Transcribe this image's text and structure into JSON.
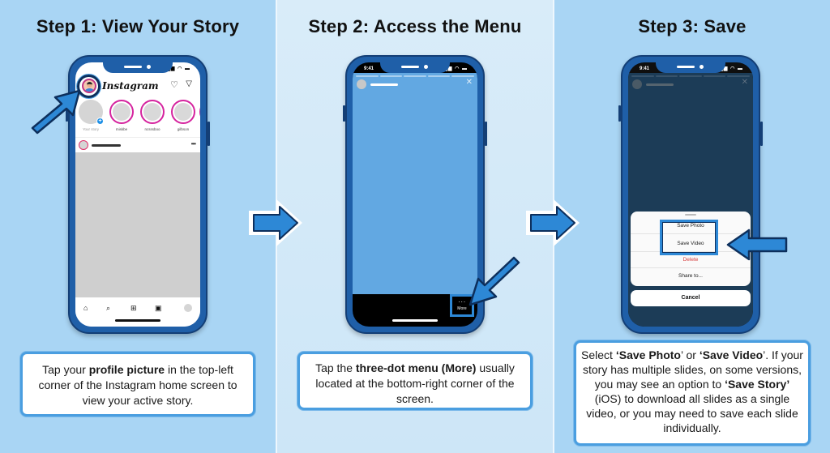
{
  "colors": {
    "accent": "#2d88d6",
    "phone_frame": "#1f5fa8",
    "background": "#a9d5f4",
    "delete_red": "#d63b3b"
  },
  "steps": [
    {
      "title": "Step 1: View Your Story",
      "caption": {
        "pre": "Tap your ",
        "bold": "profile picture",
        "post": " in the top-left corner of the Instagram home screen to view your active story."
      },
      "phone": {
        "app_name": "Instagram",
        "header_icons": [
          "heart-icon",
          "send-icon"
        ],
        "stories": [
          "Your story",
          "miskbe",
          "ncsssboo",
          "gilbson"
        ],
        "tab_icons": [
          "home-icon",
          "search-icon",
          "add-post-icon",
          "reels-icon",
          "profile-icon"
        ]
      }
    },
    {
      "title": "Step 2: Access the Menu",
      "caption": {
        "pre": "Tap the ",
        "bold": "three-dot menu (More)",
        "post": " usually located at the bottom-right corner of the screen."
      },
      "phone": {
        "time": "9:41",
        "close_icon": "close-icon",
        "more_dots": "···",
        "more_label": "More"
      }
    },
    {
      "title": "Step 3: Save",
      "caption": {
        "p1": "Select ",
        "b1": "‘Save Photo",
        "p2": "’ or ",
        "b2": "‘Save Video",
        "p3": "’. If your story has multiple slides, on some versions, you may see an option to ",
        "b3": "‘Save Story’",
        "p4": " (iOS) to download all slides as a single video, or you may need to save each slide individually."
      },
      "phone": {
        "time": "9:41",
        "menu_items": [
          "Save Photo",
          "Save Video",
          "Delete",
          "Share to..."
        ],
        "cancel": "Cancel"
      }
    }
  ],
  "status_bar": {
    "icons": "▂▄▆ ◠ ▬"
  }
}
